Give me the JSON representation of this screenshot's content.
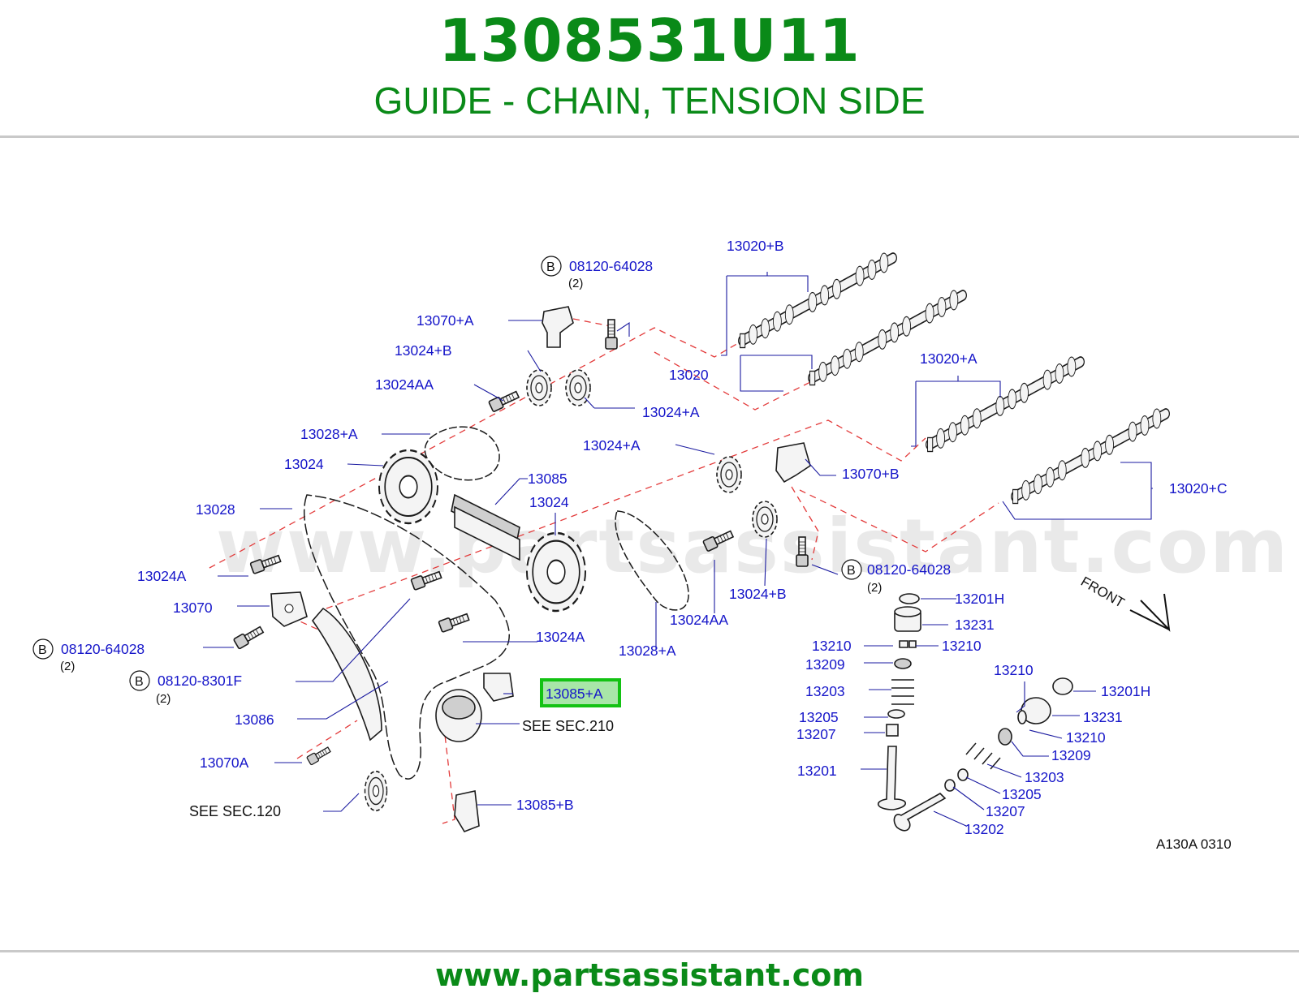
{
  "header": {
    "part_number": "1308531U11",
    "title": "GUIDE - CHAIN, TENSION SIDE"
  },
  "watermark": "www.partsassistant.com",
  "footer": {
    "url": "www.partsassistant.com"
  },
  "diagram": {
    "labels": {
      "l13020B": "13020+B",
      "l08120_64028_top": "08120-64028",
      "l2_top": "(2)",
      "l13070A_plus": "13070+A",
      "l13024B_top": "13024+B",
      "l13020": "13020",
      "l13024AA_top": "13024AA",
      "l13024A_plus_top": "13024+A",
      "l13020A": "13020+A",
      "l13028A_top": "13028+A",
      "l13024A_plus_mid": "13024+A",
      "l13024_left": "13024",
      "l13070B": "13070+B",
      "l13085": "13085",
      "l13024_center": "13024",
      "l13020C": "13020+C",
      "l13028": "13028",
      "l08120_64028_right": "08120-64028",
      "l2_right": "(2)",
      "l13024A": "13024A",
      "l13024AA_bottom": "13024AA",
      "l13024B_bottom": "13024+B",
      "l13201H_a": "13201H",
      "l13070": "13070",
      "l13231_a": "13231",
      "l13024A_2": "13024A",
      "l13210_a": "13210",
      "l13210_b": "13210",
      "l08120_64028_left": "08120-64028",
      "l2_left": "(2)",
      "l13028A_bottom": "13028+A",
      "l13209_a": "13209",
      "l13210_c": "13210",
      "l13201H_b": "13201H",
      "l08120_8301F": "08120-8301F",
      "l2_8301F": "(2)",
      "l13085A": "13085+A",
      "l13203_a": "13203",
      "l13231_b": "13231",
      "l13086": "13086",
      "see210": "SEE   SEC.210",
      "l13205_a": "13205",
      "l13207_a": "13207",
      "l13210_d": "13210",
      "l13070A": "13070A",
      "l13209_b": "13209",
      "l13201": "13201",
      "l13203_b": "13203",
      "l13205_b": "13205",
      "l13085B": "13085+B",
      "see120": "SEE   SEC.120",
      "l13207_b": "13207",
      "l13202": "13202",
      "front": "FRONT",
      "ref_code": "A130A   0310",
      "b_marker": "B"
    },
    "highlighted_part": "13085+A",
    "colors": {
      "brand_green": "#0a8a18",
      "label_blue": "#1515c9",
      "highlight_fill": "#a8e6a8",
      "highlight_border": "#13c213",
      "guide_dash": "#e33b3b"
    }
  }
}
